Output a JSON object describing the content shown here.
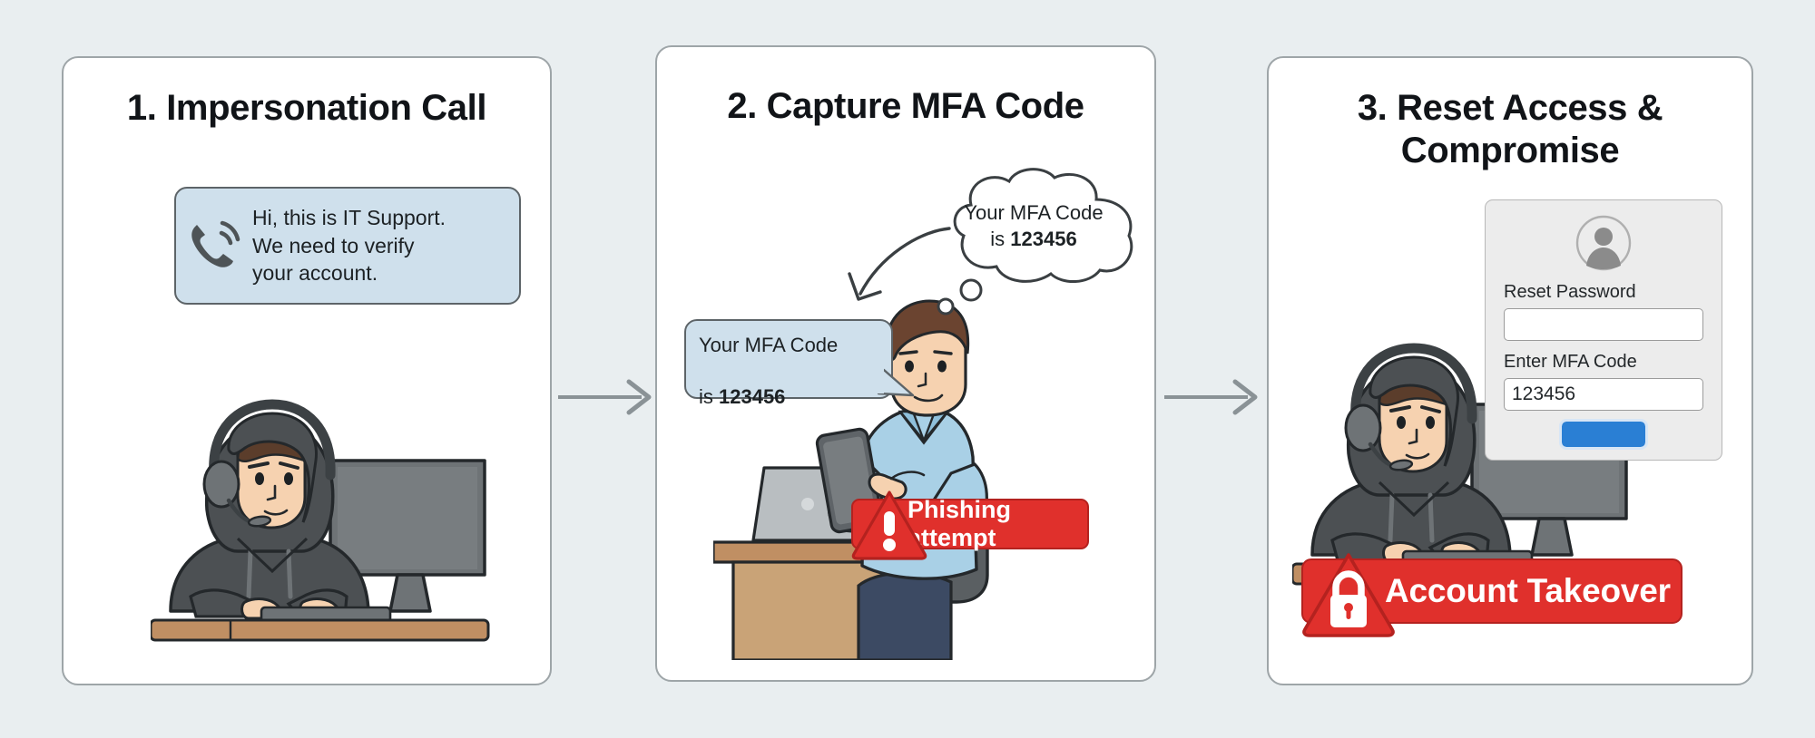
{
  "diagram": {
    "title_sequence": [
      "1. Impersonation Call",
      "2. Capture MFA Code",
      "3. Reset Access & Compromise"
    ],
    "background_color": "#e9eef0",
    "panel_border_color": "#9ea5a8",
    "accent_red": "#e0302c",
    "accent_blue": "#2a7fd4",
    "bubble_blue": "#cfe0ec",
    "arrow_color": "#8a9296"
  },
  "panel1": {
    "title": "1. Impersonation Call",
    "bubble": {
      "icon": "phone-ringing-icon",
      "text": "Hi, this is IT Support.\nWe need to verify\nyour account."
    },
    "illustration": "hooded-attacker-with-headset-at-desktop"
  },
  "panel2": {
    "title": "2. Capture MFA Code",
    "sms_bubble": {
      "line1": "Your MFA Code",
      "line2_prefix": "is ",
      "code": "123456"
    },
    "thought_cloud": {
      "line1": "Your MFA Code",
      "line2_prefix": "is ",
      "code": "123456"
    },
    "banner": {
      "icon": "warning-triangle-icon",
      "label": "Phishing attempt"
    },
    "illustration": "victim-reading-sms-on-phone-at-desk"
  },
  "panel3": {
    "title_line1": "3. Reset Access &",
    "title_line2": "Compromise",
    "form": {
      "avatar_icon": "user-avatar-icon",
      "password_label": "Reset Password",
      "password_value": "",
      "mfa_label": "Enter MFA Code",
      "mfa_value": "123456",
      "submit_label": ""
    },
    "banner": {
      "icon": "lock-triangle-icon",
      "label": "Account Takeover"
    },
    "illustration": "hooded-attacker-with-headset-at-desktop"
  }
}
